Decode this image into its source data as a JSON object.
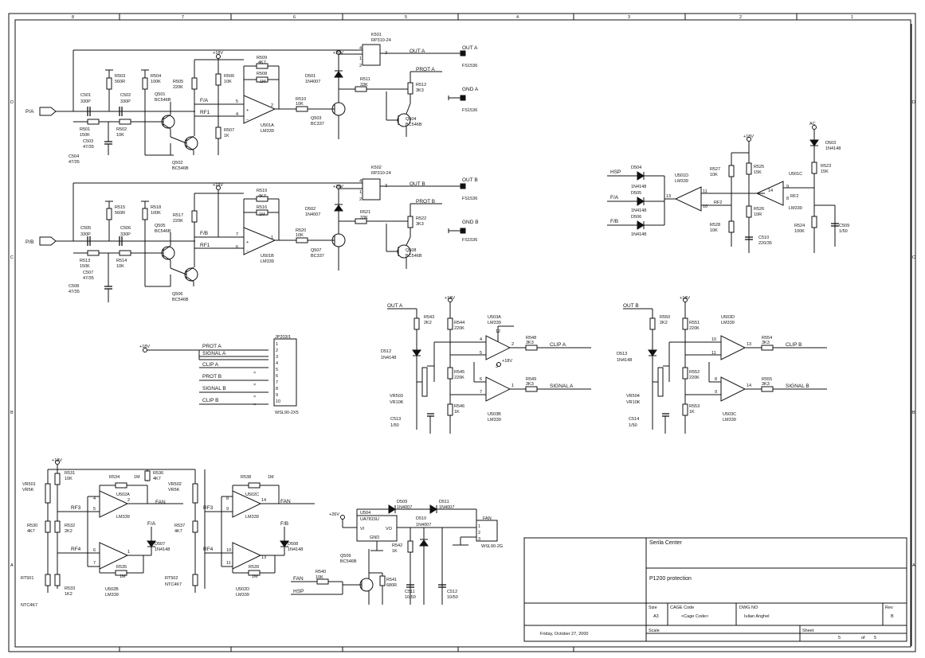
{
  "border": {
    "columns": [
      "8",
      "7",
      "6",
      "5",
      "4",
      "3",
      "2",
      "1"
    ],
    "rows": [
      "D",
      "C",
      "B",
      "A"
    ]
  },
  "title_block": {
    "company": "Serila Center",
    "title": "P1200 protection",
    "size_label": "Size",
    "size": "A3",
    "cage_label": "CAGE Code",
    "cage": "<Cage Code>",
    "dwg_label": "DWG NO",
    "dwg": "Iulian Anghel",
    "rev_label": "Rev",
    "rev": "B",
    "date": "Friday, October 27, 2000",
    "scale_label": "Scale",
    "sheet_label": "Sheet",
    "sheet": "5",
    "of": "of",
    "sheets": "5"
  },
  "ch_a": {
    "in": "P/A",
    "relay": "K501",
    "relay_v": "RP310-24",
    "p26": "+26V",
    "p18": "+18V",
    "out": "OUT A",
    "prot": "PROT A",
    "gnd": "GND A",
    "fs1": "FS1536",
    "fs2": "FS1536",
    "c501": "C501",
    "c501v": "330P",
    "c502": "C502",
    "c502v": "330P",
    "r503": "R503",
    "r503v": "560R",
    "r504": "R504",
    "r504v": "100K",
    "r505": "R505",
    "r505v": "220K",
    "r506": "R506",
    "r506v": "10K",
    "r509": "R509",
    "r509v": "4K7",
    "r508": "R508",
    "r508v": "1M",
    "r501": "R501",
    "r501v": "150K",
    "r502": "R502",
    "r502v": "10K",
    "c503": "C503",
    "c503v": "47/35",
    "c504": "C504",
    "c504v": "47/35",
    "q501": "Q501",
    "q501v": "BC546B",
    "q502": "Q502",
    "q502v": "BC546B",
    "r507": "R507",
    "r507v": "1K",
    "fa": "F/A",
    "rf1": "RF1",
    "u": "U501A",
    "uv": "LM339",
    "pin_p": "5",
    "pin_m": "4",
    "pin_o": "2",
    "r510": "R510",
    "r510v": "10K",
    "d501": "D501",
    "d501v": "1N4007",
    "r511": "R511",
    "r511v": "33K",
    "r512": "R512",
    "r512v": "3K3",
    "q503": "Q503",
    "q503v": "BC337",
    "q504": "Q504",
    "q504v": "BC546B",
    "k_pins": [
      "4",
      "1",
      "2",
      "3"
    ]
  },
  "ch_b": {
    "in": "P/B",
    "relay": "K502",
    "relay_v": "RP310-24",
    "p26": "+26V",
    "p18": "+18V",
    "out": "OUT B",
    "prot": "PROT B",
    "gnd": "GND B",
    "fs1": "FS1536",
    "fs2": "FS1536",
    "c501": "C505",
    "c501v": "330P",
    "c502": "C506",
    "c502v": "330P",
    "r503": "R515",
    "r503v": "560R",
    "r504": "R518",
    "r504v": "100K",
    "r505": "R517",
    "r505v": "220K",
    "r506": "R516",
    "r506v": "1M",
    "r509": "R519",
    "r509v": "4K7",
    "r508": "",
    "r508v": "",
    "r501": "R513",
    "r501v": "150K",
    "r502": "R514",
    "r502v": "10K",
    "c503": "C507",
    "c503v": "47/35",
    "c504": "C508",
    "c504v": "47/35",
    "q501": "Q505",
    "q501v": "BC546B",
    "q502": "Q506",
    "q502v": "BC546B",
    "r507": "",
    "r507v": "",
    "fa": "F/B",
    "rf1": "RF1",
    "u": "U501B",
    "uv": "LM339",
    "pin_p": "7",
    "pin_m": "6",
    "pin_o": "1",
    "r510": "R520",
    "r510v": "10K",
    "d501": "D502",
    "d501v": "1N4007",
    "r511": "R521",
    "r511v": "33K",
    "r512": "R522",
    "r512v": "3K3",
    "q503": "Q507",
    "q503v": "BC337",
    "q504": "Q508",
    "q504v": "BC546B",
    "k_pins": [
      "4",
      "1",
      "2",
      "3"
    ]
  },
  "fan_ctrl": {
    "hsp": "HSP",
    "fa": "F/A",
    "fb": "F/B",
    "d504": "D504",
    "d504v": "1N4148",
    "d505": "D505",
    "d505v": "1N4148",
    "d506": "D506",
    "d506v": "1N4148",
    "u501d": "U501D",
    "u501dv": "LM339",
    "pin13": "13",
    "pin11": "11",
    "pin10": "10",
    "pin14": "14",
    "pin9": "9",
    "pin8": "8",
    "rf2": "RF2",
    "rf2b": "RF2",
    "p18": "+18V",
    "r527": "R527",
    "r527v": "10K",
    "r528": "R528",
    "r528v": "10K",
    "r525": "R525",
    "r525v": "15K",
    "r526": "R526",
    "r526v": "10R",
    "c510": "C510",
    "c510v": "220/35",
    "u501c": "U501C",
    "u501cv": "LM339",
    "ac": "AC",
    "d503": "D503",
    "d503v": "1N4148",
    "r523": "R523",
    "r523v": "15K",
    "r524": "R524",
    "r524v": "100K",
    "c509": "C509",
    "c509v": "1/50"
  },
  "header": {
    "p18": "+18V",
    "name": "JP203/1",
    "type": "WSL90-2X5",
    "signals": [
      "PROT A",
      "SIGNAL A",
      "CLIP A",
      "",
      "PROT B",
      "",
      "SIGNAL B",
      "",
      "CLIP B",
      ""
    ],
    "pins": [
      "1",
      "2",
      "3",
      "4",
      "5",
      "6",
      "7",
      "8",
      "9",
      "10"
    ]
  },
  "clip_a": {
    "out": "OUT A",
    "p18": "+18V",
    "p18b": "+18V",
    "r543": "R543",
    "r543v": "2K2",
    "r544": "R544",
    "r544v": "220K",
    "u503a": "U503A",
    "u503av": "LM339",
    "r548": "R548",
    "r548v": "3K3",
    "clip": "CLIP A",
    "d512": "D512",
    "d512v": "1N4148",
    "r545": "R545",
    "r545v": "220K",
    "r549": "R549",
    "r549v": "3K3",
    "signal": "SIGNAL A",
    "vr": "VR503",
    "vrv": "VR10K",
    "r546": "R546",
    "r546v": "1K",
    "u503b": "U503B",
    "u503bv": "LM339",
    "c513": "C513",
    "c513v": "1/50",
    "pins": [
      "4",
      "5",
      "2",
      "6",
      "7",
      "1",
      "12",
      "3"
    ]
  },
  "clip_b": {
    "out": "OUT B",
    "p18": "+18V",
    "r543": "R550",
    "r543v": "2K2",
    "r544": "R551",
    "r544v": "220K",
    "u503a": "U503D",
    "u503av": "LM339",
    "r548": "R554",
    "r548v": "3K3",
    "clip": "CLIP B",
    "d512": "D513",
    "d512v": "1N4148",
    "r545": "R552",
    "r545v": "220K",
    "r549": "R555",
    "r549v": "3K3",
    "signal": "SIGNAL B",
    "vr": "VR504",
    "vrv": "VR10K",
    "r546": "R553",
    "r546v": "1K",
    "u503b": "U503C",
    "u503bv": "LM339",
    "c513": "C514",
    "c513v": "1/50",
    "pins": [
      "10",
      "11",
      "13",
      "8",
      "9",
      "14"
    ]
  },
  "temp": {
    "p18": "+18V",
    "vr501": "VR501",
    "vr501v": "VR5K",
    "r531": "R531",
    "r531v": "10K",
    "r534": "R534",
    "r534v": "1M",
    "r536": "R536",
    "r536v": "4K7",
    "u502a": "U502A",
    "u502av": "LM339",
    "rf3": "RF3",
    "fan": "FAN",
    "r530": "R530",
    "r530v": "4K7",
    "r532": "R532",
    "r532v": "2K2",
    "fa": "F/A",
    "rf4": "RF4",
    "d507": "D507",
    "d507v": "1N4148",
    "r535": "R535",
    "r535v": "1M",
    "rt501": "RT501",
    "rt501v": "NTC4K7",
    "r533": "R533",
    "r533v": "1K2",
    "u502b": "U502B",
    "u502bv": "LM339",
    "pins_a": [
      "4",
      "5",
      "2"
    ],
    "pins_b": [
      "6",
      "7",
      "1"
    ]
  },
  "temp_b": {
    "vr502": "VR502",
    "vr502v": "VR5K",
    "r538": "R538",
    "r538v": "1M",
    "u502c": "U502C",
    "u502cv": "LM339",
    "rf3": "RF3",
    "fan": "FAN",
    "r537": "R537",
    "r537v": "4K7",
    "fb": "F/B",
    "rf4": "RF4",
    "d508": "D508",
    "d508v": "1N4148",
    "r539": "R539",
    "r539v": "1M",
    "rt502": "RT502",
    "rt502v": "NTC4K7",
    "u502d": "U502D",
    "u502dv": "LM339",
    "pins_c": [
      "8",
      "9",
      "14"
    ],
    "pins_d": [
      "10",
      "11",
      "13"
    ]
  },
  "psu": {
    "p26": "+26V",
    "u504": "U504",
    "u504v": "UA7815U",
    "vi": "VI",
    "vo": "VO",
    "gnd": "GND",
    "d509": "D509",
    "d509v": "1N4007",
    "d511": "D511",
    "d511v": "1N4007",
    "d510": "D510",
    "d510v": "1N4007",
    "r542": "R542",
    "r542v": "1K",
    "q509": "Q509",
    "q509v": "BC546B",
    "r540": "R540",
    "r540v": "10K",
    "fan": "FAN",
    "hsp": "HSP",
    "r541": "R541",
    "r541v": "680R",
    "c511": "C511",
    "c511v": "10/50",
    "c512": "C512",
    "c512v": "10/50",
    "conn": "FAN",
    "conn_type": "WSL90-2G",
    "p1": "1",
    "p2": "2",
    "p3": "3"
  }
}
